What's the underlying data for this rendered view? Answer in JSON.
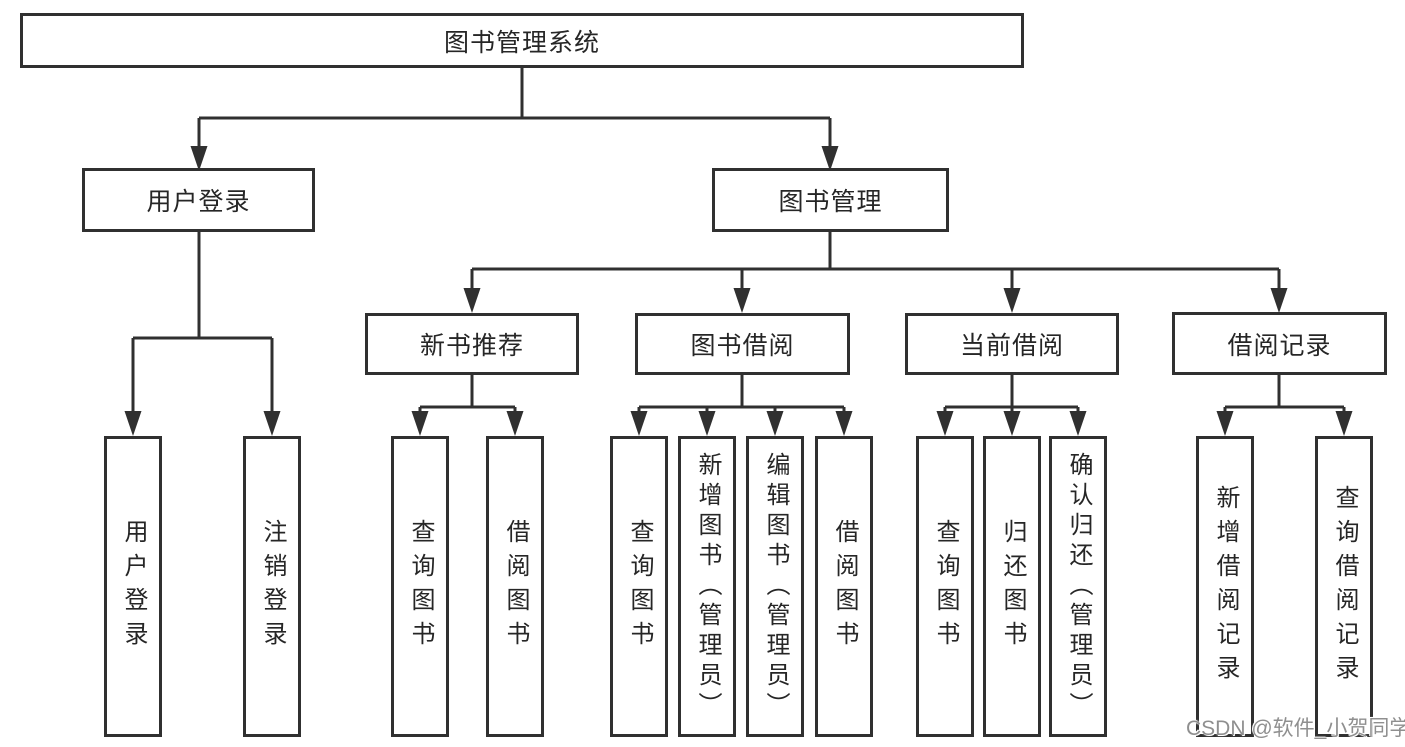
{
  "title": "图书管理系统",
  "watermark": "CSDN @软件_小贺同学",
  "colors": {
    "line": "#303030",
    "border": "#303030",
    "background": "#ffffff",
    "text": "#262626",
    "watermark": "#8f8f8f"
  },
  "nodes": {
    "root": "图书管理系统",
    "user_login": "用户登录",
    "book_mgmt": "图书管理",
    "new_book_rec": "新书推荐",
    "book_borrow": "图书借阅",
    "current_borrow": "当前借阅",
    "borrow_records": "借阅记录",
    "ul_user_login": "用户登录",
    "ul_logout": "注销登录",
    "nbr_query_book": "查询图书",
    "nbr_borrow_book": "借阅图书",
    "bb_query_book": "查询图书",
    "bb_add_book": "新增图书（管理员）",
    "bb_edit_book": "编辑图书（管理员）",
    "bb_borrow_book": "借阅图书",
    "cb_query_book": "查询图书",
    "cb_return_book": "归还图书",
    "cb_confirm_return": "确认归还（管理员）",
    "br_add_record": "新增借阅记录",
    "br_query_record": "查询借阅记录"
  },
  "hierarchy": {
    "图书管理系统": {
      "用户登录": [
        "用户登录",
        "注销登录"
      ],
      "图书管理": {
        "新书推荐": [
          "查询图书",
          "借阅图书"
        ],
        "图书借阅": [
          "查询图书",
          "新增图书（管理员）",
          "编辑图书（管理员）",
          "借阅图书"
        ],
        "当前借阅": [
          "查询图书",
          "归还图书",
          "确认归还（管理员）"
        ],
        "借阅记录": [
          "新增借阅记录",
          "查询借阅记录"
        ]
      }
    }
  }
}
